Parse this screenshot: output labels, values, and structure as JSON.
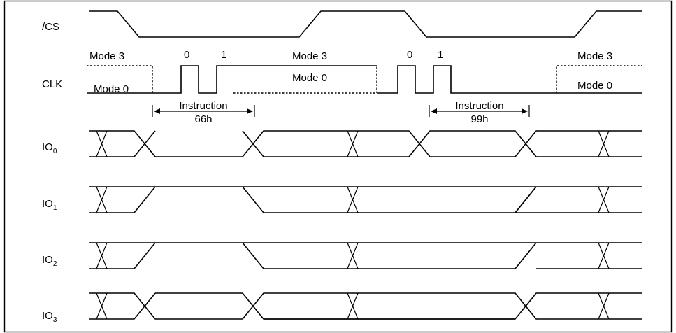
{
  "signals": {
    "cs": "/CS",
    "clk": "CLK",
    "io": [
      {
        "base": "IO",
        "sub": "0"
      },
      {
        "base": "IO",
        "sub": "1"
      },
      {
        "base": "IO",
        "sub": "2"
      },
      {
        "base": "IO",
        "sub": "3"
      }
    ]
  },
  "modes": {
    "mode3_left": "Mode 3",
    "mode0_left": "Mode 0",
    "mode3_mid": "Mode 3",
    "mode0_mid": "Mode 0",
    "mode3_right": "Mode 3",
    "mode0_right": "Mode 0"
  },
  "clock_pulses": {
    "pulse_a0": "0",
    "pulse_a1": "1",
    "pulse_b0": "0",
    "pulse_b1": "1"
  },
  "instructions": [
    {
      "label": "Instruction",
      "code": "66h"
    },
    {
      "label": "Instruction",
      "code": "99h"
    }
  ]
}
